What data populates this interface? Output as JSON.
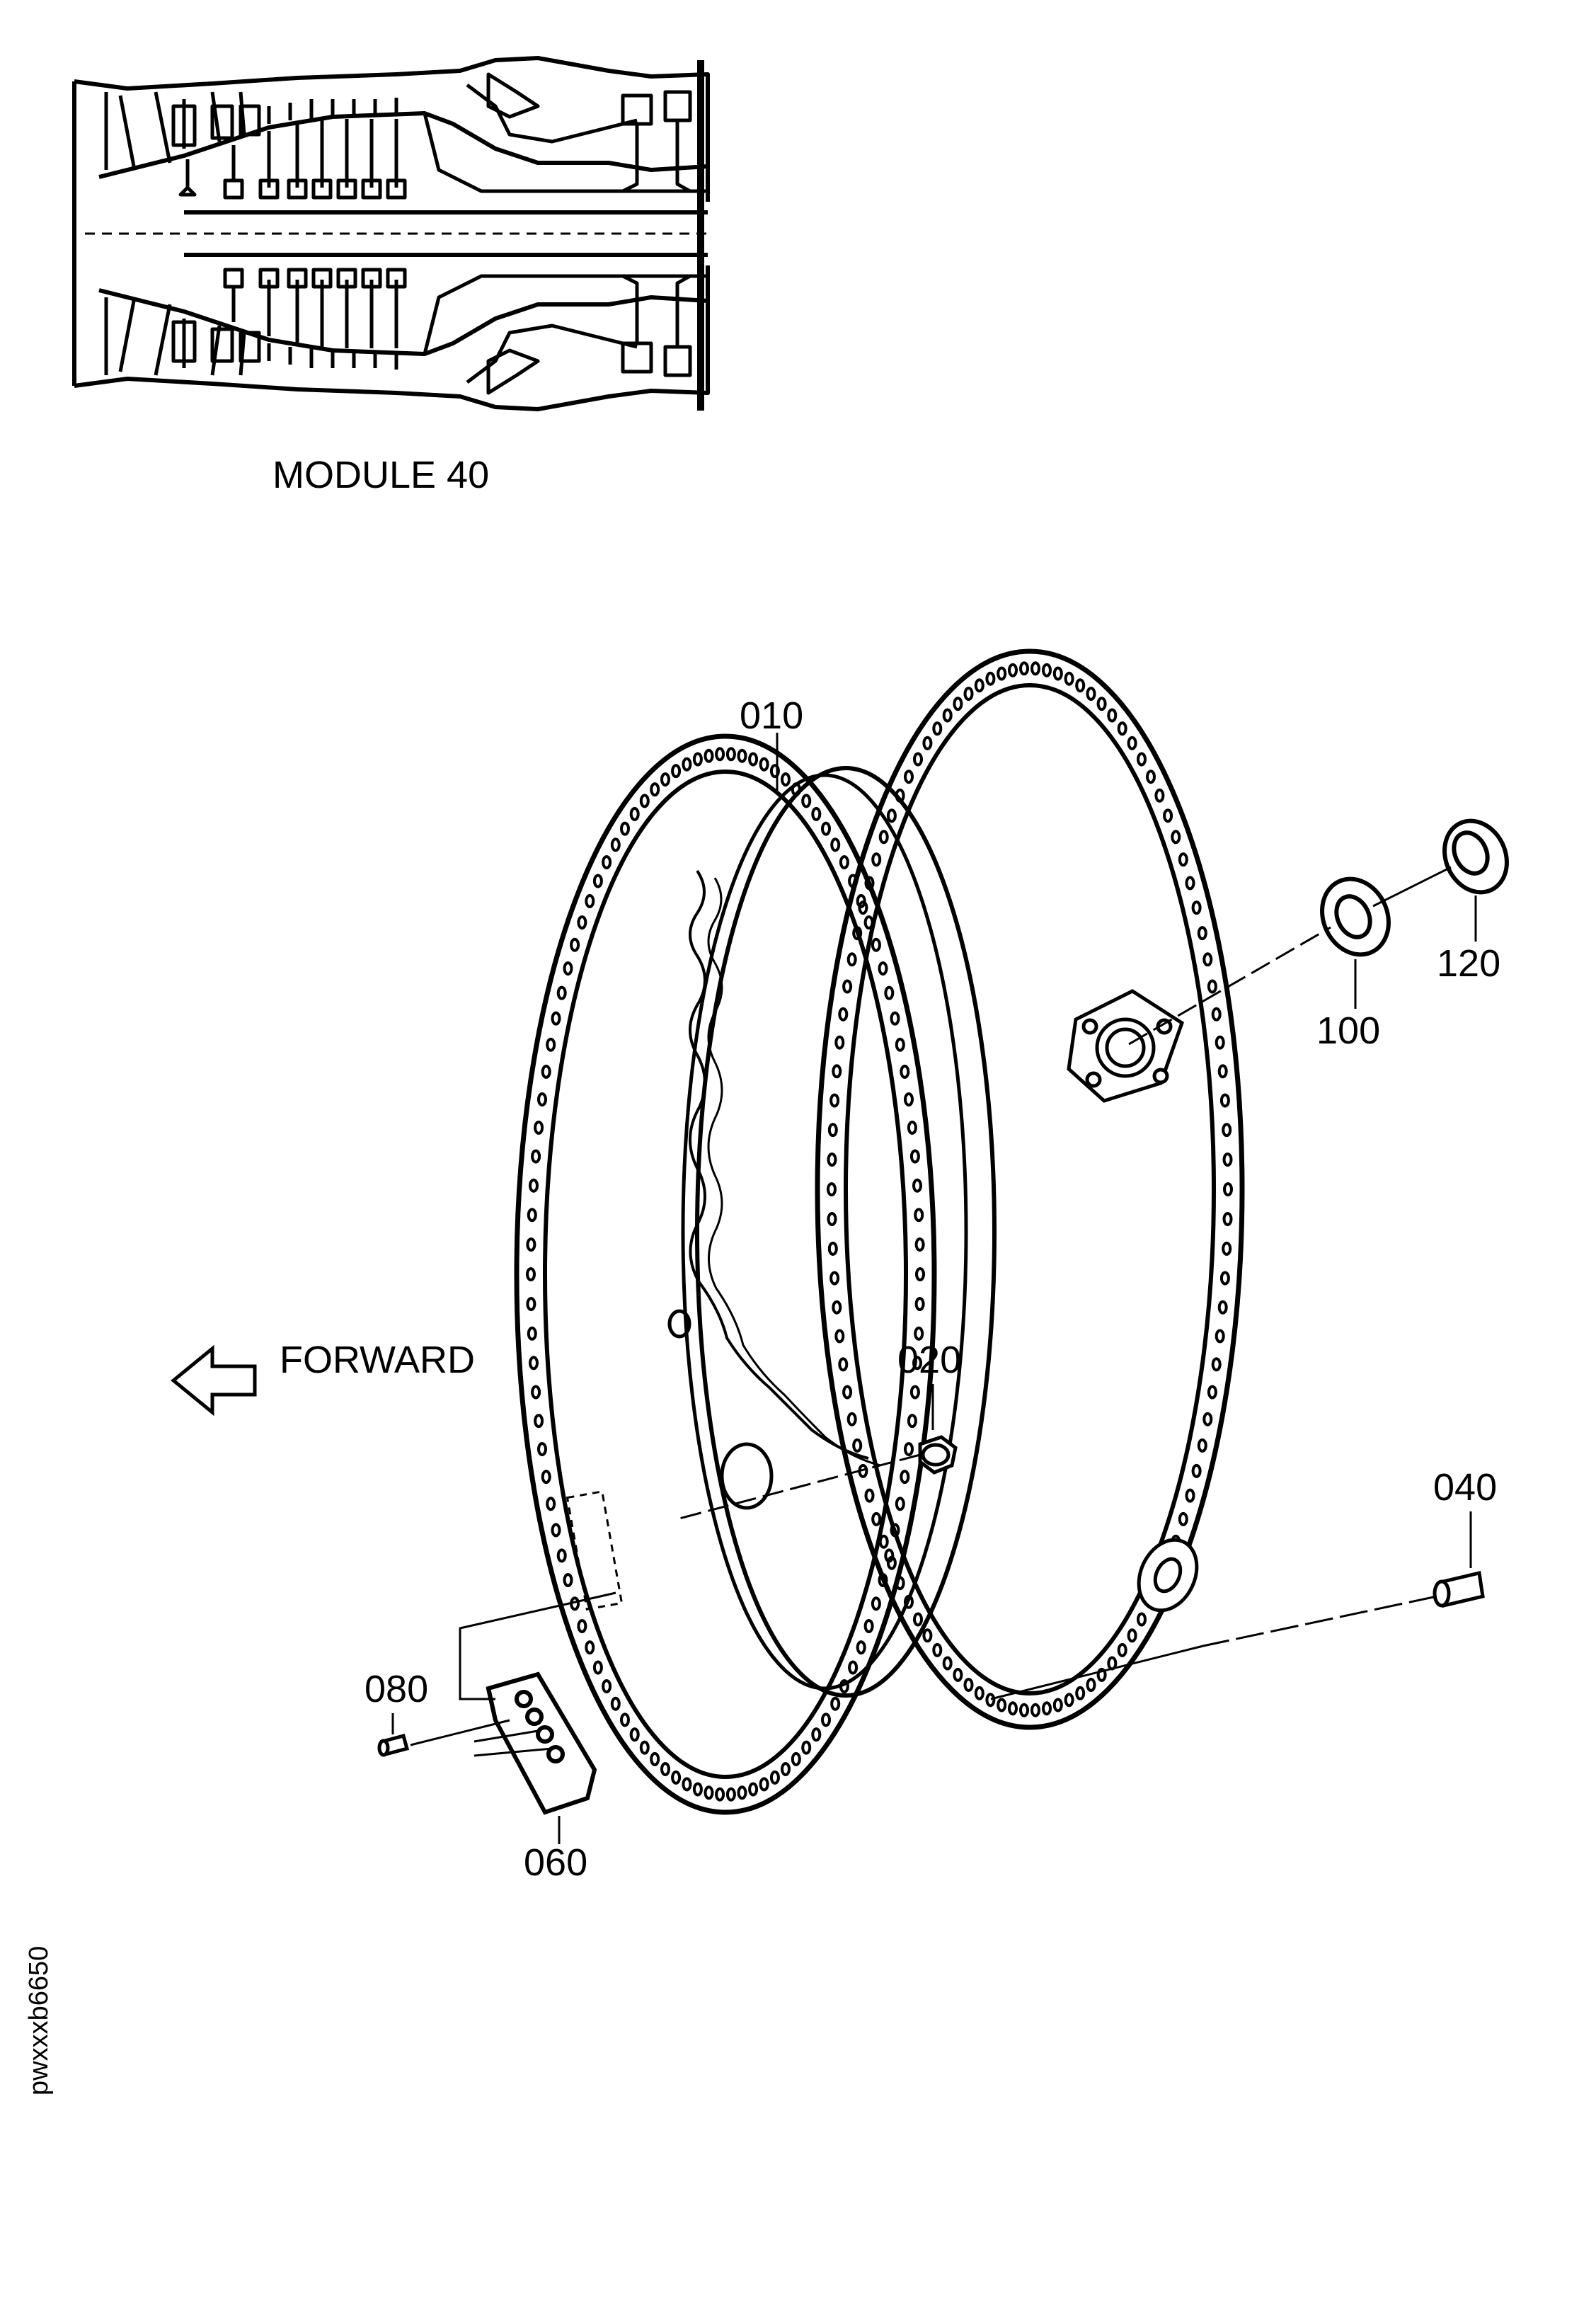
{
  "figure": {
    "module_caption": "MODULE 40",
    "direction_label": "FORWARD",
    "figure_id": "pwxxxb6650"
  },
  "callouts": [
    {
      "id": "c010",
      "text": "010"
    },
    {
      "id": "c020",
      "text": "020"
    },
    {
      "id": "c040",
      "text": "040"
    },
    {
      "id": "c060",
      "text": "060"
    },
    {
      "id": "c080",
      "text": "080"
    },
    {
      "id": "c100",
      "text": "100"
    },
    {
      "id": "c120",
      "text": "120"
    }
  ]
}
